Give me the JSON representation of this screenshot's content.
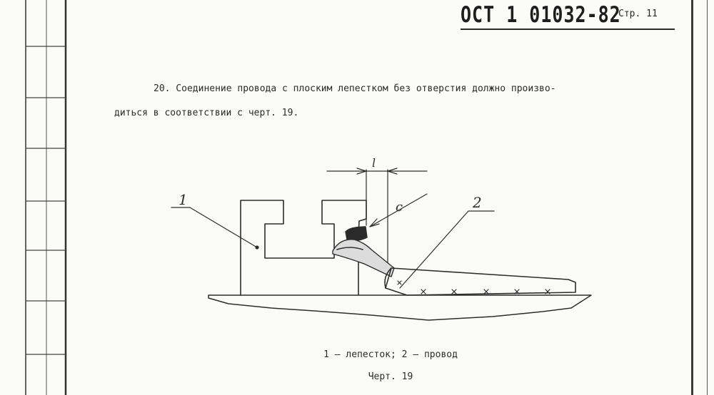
{
  "header": {
    "doc_code": "ОСТ 1 01032-82",
    "page_label": "Стр. 11"
  },
  "body": {
    "paragraph_line1": "20. Соединение провода с плоским лепестком без отверстия должно произво-",
    "paragraph_line2": "диться в соответствии с черт. 19."
  },
  "figure": {
    "label_1": "1",
    "label_2": "2",
    "label_l": "l",
    "label_c": "c"
  },
  "captions": {
    "legend": "1 – лепесток; 2 – провод",
    "figure_title": "Черт. 19"
  }
}
